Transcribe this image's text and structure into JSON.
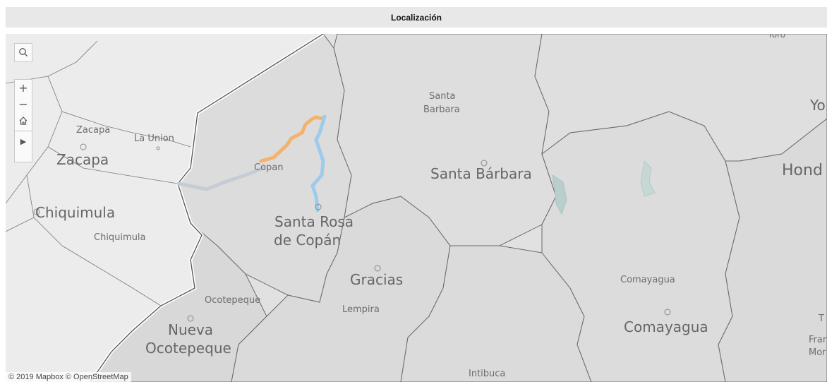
{
  "title": "Localización",
  "attribution": "© 2019 Mapbox © OpenStreetMap",
  "controls": {
    "search_icon": "search-icon",
    "zoom_in": "+",
    "zoom_out": "−",
    "home_icon": "home-icon",
    "play": "▶"
  },
  "labels": {
    "zacapa_small": "Zacapa",
    "la_union": "La Union",
    "zacapa_city": "Zacapa",
    "chiquimula_city": "Chiquimula",
    "chiquimula_small": "Chiquimula",
    "copan": "Copan",
    "santa_rosa_1": "Santa Rosa",
    "santa_rosa_2": "de Copán",
    "santa_barbara_small_1": "Santa",
    "santa_barbara_small_2": "Barbara",
    "santa_barbara_city": "Santa Bárbara",
    "gracias": "Gracias",
    "lempira": "Lempira",
    "ocotepeque_small": "Ocotepeque",
    "nueva_1": "Nueva",
    "nueva_2": "Ocotepeque",
    "intibuca": "Intibuca",
    "comayagua_small": "Comayagua",
    "comayagua_city": "Comayagua",
    "yo": "Yo",
    "hond": "Hond",
    "fran": "Fran",
    "mor": "Mor",
    "t": "T",
    "yoro_top": "Yoro"
  },
  "route_colors": {
    "grey": "#c5ccd6",
    "orange": "#f5b26e",
    "blue": "#9ecbea"
  }
}
